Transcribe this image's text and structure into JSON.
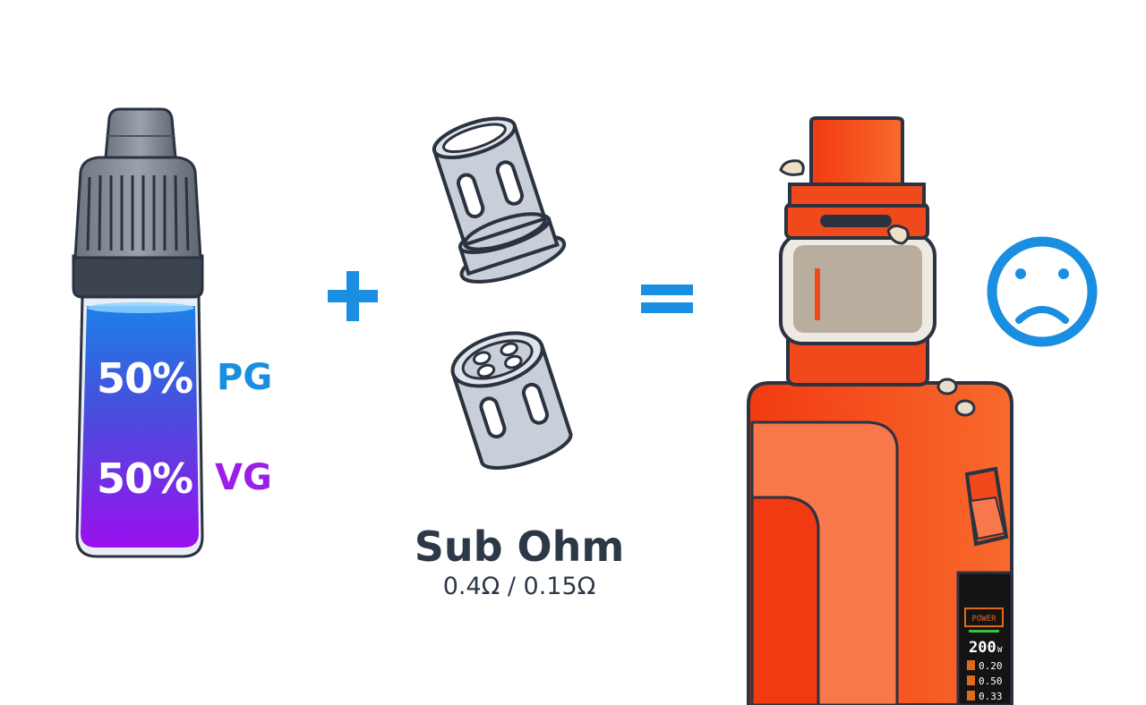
{
  "bottle": {
    "pg_percent": "50%",
    "pg_label": "PG",
    "vg_percent": "50%",
    "vg_label": "VG"
  },
  "coil": {
    "title": "Sub Ohm",
    "resistance": "0.4Ω / 0.15Ω"
  },
  "device": {
    "screen_title": "POWER",
    "wattage": "200",
    "wattage_unit": "W",
    "readings": [
      "0.20",
      "0.50",
      "0.33"
    ]
  },
  "result": {
    "icon": "sad-face-icon"
  },
  "colors": {
    "accent_blue": "#1a8ee0",
    "pg_blue": "#1a8ee0",
    "vg_purple": "#9b1fe8",
    "outline": "#2b3240",
    "device_orange": "#f04a1c",
    "device_orange_light": "#f7784a",
    "coil_grey": "#c8cfd8"
  }
}
